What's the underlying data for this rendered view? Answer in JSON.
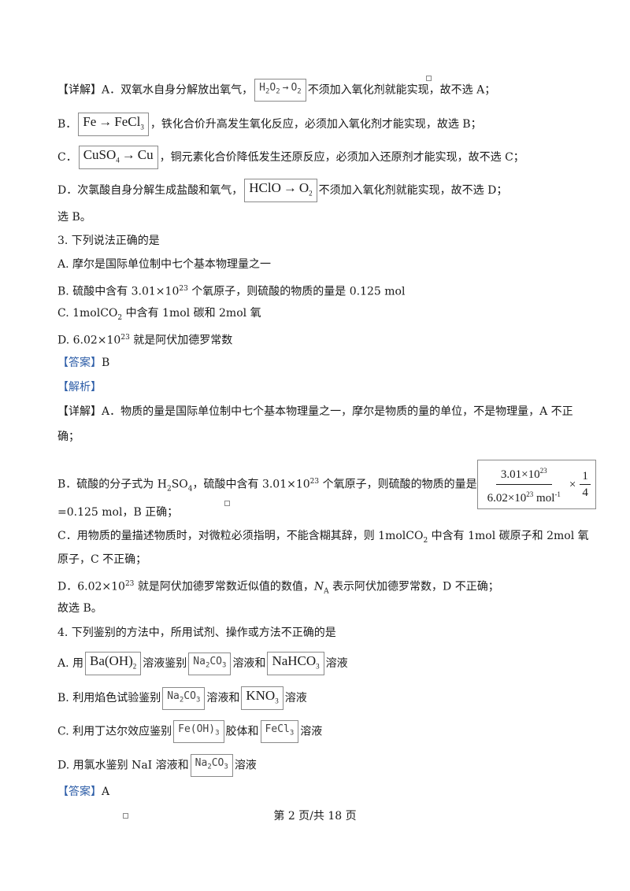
{
  "lines": {
    "l1": [
      "【详解】A．双氧水自身分解放出氧气，",
      "不须加入氧化剂就能实现，故不选 A；"
    ],
    "l2": [
      "B．",
      "，铁化合价升高发生氧化反应，必须加入氧化剂才能实现，故选 B；"
    ],
    "l3": [
      "C．",
      "，铜元素化合价降低发生还原反应，必须加入还原剂才能实现，故不选 C；"
    ],
    "l4": [
      "D．次氯酸自身分解生成盐酸和氧气，",
      "不须加入氧化剂就能实现，故不选 D；"
    ],
    "l5": "选 B。",
    "q3": "3. 下列说法正确的是",
    "q3a": "A. 摩尔是国际单位制中七个基本物理量之一",
    "q3b": [
      "B. 硫酸中含有 3.01×10",
      "23",
      " 个氧原子，则硫酸的物质的量是 0.125 mol"
    ],
    "q3c": [
      "C. 1molCO",
      "2",
      " 中含有 1mol 碳和 2mol 氧"
    ],
    "q3d": [
      "D. 6.02×10",
      "23",
      " 就是阿伏加德罗常数"
    ],
    "ans3_label": "【答案】",
    "ans3": "B",
    "analysis": "【解析】",
    "d1": "【详解】A．物质的量是国际单位制中七个基本物理量之一，摩尔是物质的量的单位，不是物理量，A 不正",
    "d1b": "确；",
    "d2": [
      "B．硫酸的分子式为 H",
      "2",
      "SO",
      "4",
      "，硫酸中含有 3.01×10",
      "23",
      " 个氧原子，则硫酸的物质的量是"
    ],
    "d2eq": "=0.125 mol，B 正确；",
    "d3": [
      "C．用物质的量描述物质时，对微粒必须指明，不能含糊其辞，则 1molCO",
      "2",
      " 中含有 1mol 碳原子和 2mol 氧"
    ],
    "d3b": "原子，C 不正确；",
    "d4": [
      "D．6.02×10",
      "23",
      " 就是阿伏加德罗常数近似值的数值，",
      "N",
      "A",
      " 表示阿伏加德罗常数，D 不正确；"
    ],
    "d5": "故选 B。",
    "q4": "4. 下列鉴别的方法中，所用试剂、操作或方法不正确的是",
    "q4a": [
      "A. 用",
      "溶液鉴别",
      "溶液和",
      "溶液"
    ],
    "q4b": [
      "B. 利用焰色试验鉴别",
      "溶液和",
      "溶液"
    ],
    "q4c": [
      "C. 利用丁达尔效应鉴别",
      "胶体和",
      "溶液"
    ],
    "q4d": [
      "D. 用氯水鉴别 NaI 溶液和",
      "溶液"
    ],
    "ans4_label": "【答案】",
    "ans4": "A"
  },
  "formulas": {
    "h2o2": [
      "H",
      "2",
      "O",
      "2",
      "→",
      "O",
      "2"
    ],
    "fe": [
      "Fe",
      "→",
      "FeCl",
      "3"
    ],
    "cuso4": [
      "CuSO",
      "4",
      "→",
      "Cu"
    ],
    "hclo": [
      "HClO",
      "→",
      "O",
      "2"
    ],
    "frac_num": [
      "3.01×10",
      "23"
    ],
    "frac_den": [
      "6.02×10",
      "23",
      "mol",
      "-1"
    ],
    "frac_times": "×",
    "frac_one": "1",
    "frac_four": "4",
    "baoh": [
      "Ba(OH)",
      "2"
    ],
    "na2co3": [
      "Na",
      "2",
      "CO",
      "3"
    ],
    "nahco3": [
      "NaHCO",
      "3"
    ],
    "kno3": [
      "KNO",
      "3"
    ],
    "feoh3": [
      "Fe(OH)",
      "3"
    ],
    "fecl3": [
      "FeCl",
      "3"
    ]
  },
  "footer": "第 2 页/共 18 页",
  "colors": {
    "accent": "#2e5ea8",
    "text": "#1a1a1a",
    "box_border": "#8a8a8a"
  }
}
